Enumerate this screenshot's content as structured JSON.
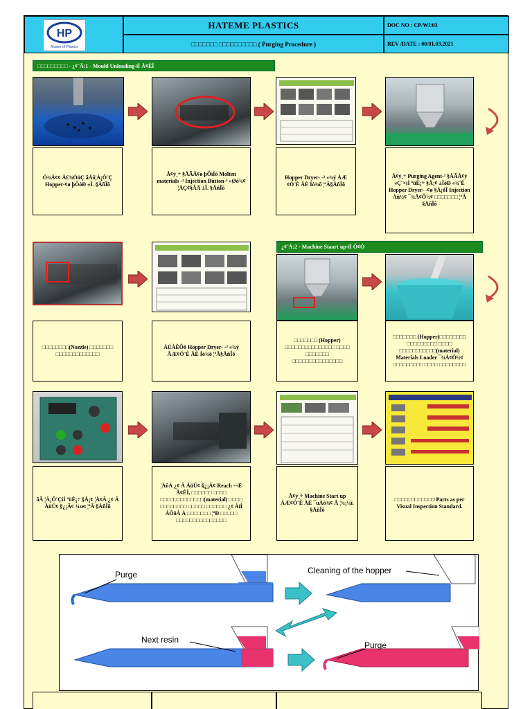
{
  "header": {
    "company": "HATEME PLASTICS",
    "subtitle": "□□□□□□□ □□□□□□□□□□ ( Purging Procedure )",
    "doc_no": "DOC NO : CP/WI/03",
    "rev_date": "REV /DATE : 00/01.03.2021",
    "logo_tagline": "Master of Plastics",
    "logo_mark": "HP"
  },
  "stages": {
    "stage1": "□□□□□□□□□ - ¿¢¨Ä:1 - Mould Unloading-ïÌ Å¢ÈÎ",
    "stage2": "¿¢¨Ä:2 - Machine Staart up-ïÌ Ó¢Ó"
  },
  "steps": [
    {
      "text": "Ó¾Å¢¢ Å£¾ÓüÇ ãÅô¦Á¡Ö¨Ç Hopper-¢ø þÕóÐ ±Î. §ÅñÎõ"
    },
    {
      "text": "Å¢ý¸÷ §ÅÃÅ¢ø þÕìÌõ Molten materials -³ Injection Button-³ «Øò¾¢ ¦ÅÇ¢§ÂÄ ±Î. §ÅñÎõ"
    },
    {
      "text": "Hopper Dryer- -³ «¾ý ÅÆ ¢Ó¨È ÅÈ Íò¾õ ¦ºÂ§ÅñÎõ"
    },
    {
      "text": "Å¢ý¸÷ Purging Agent-³ §ÅÃÅ¢ý «Ç¨×ìÌ ºüÈ¡÷ §Å¡¢ ±ÎòÐ «¾¨É Hopper Dryer- -¢ø §À¡ðÎ Injection Àñ½¢ ¯¾Å¢Ô½¢ □□□□□□□ ¦ºÂ §ÅñÎõ"
    },
    {
      "text": "□□□□□□□□(Nozzle) □□□□□□□ □□□□□□□□□□□□□"
    },
    {
      "text": "ÁÚÀÊÔõ Hopper Dryer- -³ «¾ý ÅÆ¢Ó¨È ÅÈ Íò¾õ ¦ºÂ§ÅñÎõ"
    },
    {
      "text": "□□□□□□□ (Hopper) □□□□□□□□□□□□□□□ □□□□ □□□□□□□ □□□□□□□□□□□□□□□"
    },
    {
      "text": "□□□□□□□ (Hopper)□□□□□□□□ □□□□□□□□□ □□□□ □□□□□□□□□□□(material) Materials Loader ¯¾Å¢Ô½¢ □□□□□□□□□ □□□□ □□□□□□□□"
    },
    {
      "text": "ãÃ ¦À¡Õ¨ÇìÌ ºüÈ¡÷ §Å¡¢ ¦Å¢Â ¿¢ Â ÅüÚ¢ §¿¡Ã¢ ¾set ¦ºÂ §ÅñÎõ"
    },
    {
      "text": "¦ÀôÀ ¿¢ Â ÅüÚ¢ §¿¡Ã¢ Reach -¬É Å¢ÈÎ, □□□□□□ □□□□ □□□□□□□□□□□□□(material) □□□□ □□□□□□□□ □□□□□ □□□□□□ ¿¢ ÀïÌ ÁÕôÀ Á □□□□□□□ ¦ºÐ □□□□□ □□□□□□□□□□□□□□□"
    },
    {
      "text": "Å¢ý¸÷ Machine Start up ÀÆ¢Ó¨È ÀÉ ¯uÀò¾¢ Â ¦¾¡¼í. §ÅñÎõ"
    },
    {
      "text": "□□□□□□□□□□□□ Parts as per Visual Inspection Standard."
    }
  ],
  "diagram": {
    "label_purge_top": "Purge",
    "label_cleaning": "Cleaning of the hopper",
    "label_next_resin": "Next resin",
    "label_purge_bottom": "Purge"
  },
  "colors": {
    "sheet": "#fffccc",
    "header": "#33ccee",
    "stage": "#1c8a1c",
    "arrow": "#c84848",
    "resin_blue": "#4a86e8",
    "resin_red": "#e8336e",
    "diagram_arrow": "#3cc0c8"
  }
}
